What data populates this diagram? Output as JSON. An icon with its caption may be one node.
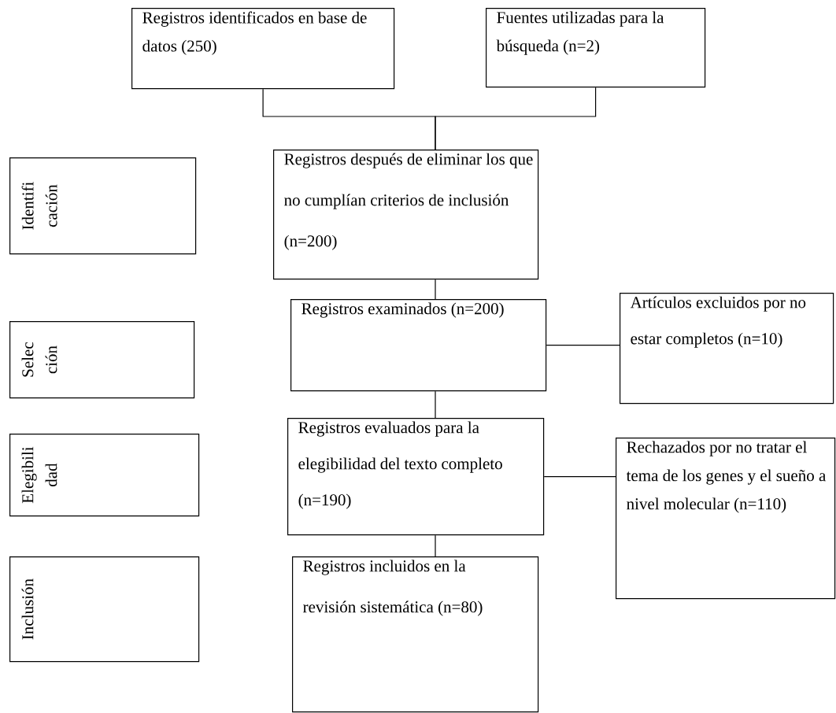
{
  "diagram": {
    "nodes": [
      {
        "text": [
          "Registros identificados en base de datos (250)"
        ]
      },
      {
        "text": [
          "Fuentes utilizadas para la búsqueda (n=2)"
        ]
      },
      {
        "text": [
          "Identifi cación"
        ]
      },
      {
        "text": [
          "Registros después de eliminar los que no cumplían criterios de inclusión (n=200)"
        ]
      },
      {
        "text": [
          "Selec ción"
        ]
      },
      {
        "text": [
          "Registros examinados (n=200)"
        ]
      },
      {
        "text": [
          "Artículos excluidos por no estar completos (n=10)"
        ]
      },
      {
        "text": [
          "Elegibili dad"
        ]
      },
      {
        "text": [
          "Registros evaluados para la elegibilidad del texto completo (n=190)"
        ]
      },
      {
        "text": [
          "Rechazados por no tratar el tema de los genes y el sueño a nivel molecular (n=110)"
        ]
      },
      {
        "text": [
          "Inclusión"
        ]
      },
      {
        "text": [
          "Registros incluidos en la revisión sistemática (n=80)"
        ]
      }
    ],
    "edges": [
      {
        "from": 0,
        "to": 3,
        "arrow": "none"
      },
      {
        "from": 1,
        "to": 3,
        "arrow": "none"
      },
      {
        "from": 3,
        "to": 5,
        "arrow": "none"
      },
      {
        "from": 5,
        "to": 6,
        "arrow": "none"
      },
      {
        "from": 5,
        "to": 8,
        "arrow": "none"
      },
      {
        "from": 8,
        "to": 9,
        "arrow": "none"
      },
      {
        "from": 8,
        "to": 11,
        "arrow": "none"
      }
    ]
  }
}
